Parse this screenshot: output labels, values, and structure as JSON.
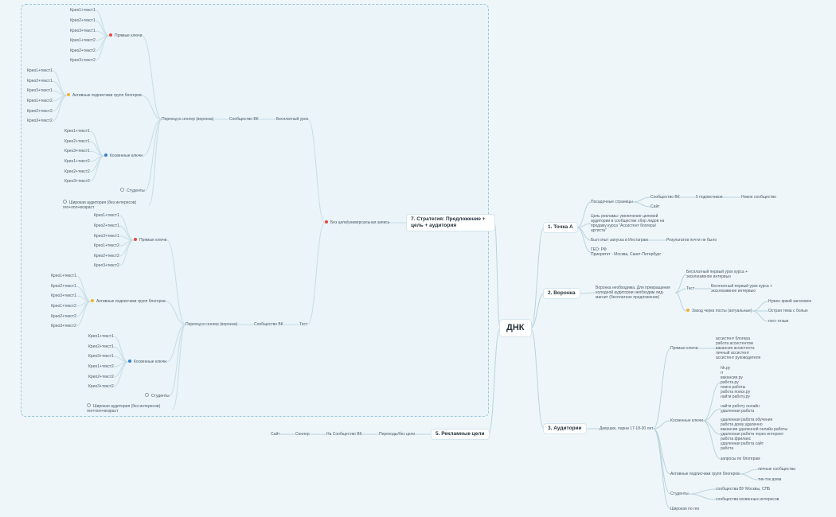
{
  "colors": {
    "background": "#eef6fa",
    "line": "#b9d3de",
    "frame": "#9ec7d8",
    "red": "#e8483b",
    "yellow": "#f2b12a",
    "blue": "#2f80c4"
  },
  "root": "ДНК",
  "main": {
    "strategy": "7. Стратегия: Предложение + цель + аудитория",
    "point_a": "1. Точка А",
    "funnel": "2. Воронка",
    "audiences": "3. Аудитории",
    "ad_goals": "5. Рекламные цели"
  },
  "strategy": {
    "without_goal": "Без цели/универсальная запись",
    "free_lesson": "Бесплатный урок",
    "test": "Тест",
    "vk_community": "Сообщество ВК",
    "to_senler": "Переход в сенлер (воронка)",
    "direct_keys": "Прямые ключи",
    "active_subs": "Активные подписчики групп блогеров",
    "indirect_keys": "Косвенные ключи",
    "students": "Студенты",
    "broad": "Широкая аудитория (без интересов) гео+пол+возраст",
    "k1t1": "Крео1+текст1",
    "k2t1": "Крео2+текст1",
    "k3t1": "Крео3+текст1",
    "k1t2": "Крео1+текст2",
    "k2t2": "Крео2+текст2",
    "k3t2": "Крео3+текст2"
  },
  "point_a": {
    "landing": "Посадочные страницы",
    "vk": "Сообщество ВК",
    "subs": "5 подписчиков",
    "new_community": "Новое сообщество",
    "site": "Сайт",
    "ad_goal": "Цель рекламы: увеличение целевой аудитории в сообществе сбор лидов на продажу курса \"Ассистент блогера/ артиста\"",
    "instagram": "Был опыт запуска в Инстаграм",
    "results": "Результатов почти не было",
    "geo": "ГЕО: РФ\nПриоритет - Москва, Санкт-Петербург"
  },
  "funnel": {
    "needed": "Воронка необходима. Для превращения холодной аудитории необходим лид-магнит (бесплатное предложение)",
    "free_first": "Бесплатный первый урок курса + эксклюзивное интервью",
    "test": "Тест",
    "free_second": "Бесплатный первый урок курса + эксклюзивное интервью",
    "entry": "Заход через посты (актуальные)",
    "bright_headline": "Нужен яркий заголовок",
    "pain": "Острая тема с болью",
    "review": "пост отзыв"
  },
  "audiences": {
    "target": "Девушки, парни 17-18-30 лет",
    "direct_keys": "Прямые ключи",
    "direct_list": "ассистент блогера\nработа ассистентом\nвакансия ассистента\nличный ассистент\nассистент руководителя",
    "indirect_keys": "Косвенные ключи",
    "indirect_list1": "hh.ру\nrr\nвакансия.ру\nработа.ру\nпоиск работы\nработа поиск.ру\nнайти работу.ру",
    "indirect_list2": "найти работу онлайн\nудаленная работа",
    "indirect_list3": "удаленная работа обучение\nработа дому удаленно\nвакансии удаленной онлайн работы\nудаленная работа через интернет\nработа фриланс\nудаленная работа сайт\nработа",
    "requests": "запросы по блогерам",
    "active_subs": "Активные подписчики групп блогеров",
    "personal": "личные сообщества",
    "tiktok": "тик-ток дома",
    "students": "Студенты",
    "vu_communities": "сообщества ВУ Москвы, СПБ",
    "indirect_communities": "сообщества косвенных интересов",
    "broad_geo": "Широкая по гео"
  },
  "ad_goals": {
    "transitions": "Переходы/без цели",
    "to_vk": "На Сообщество ВК",
    "senler": "Сенлер",
    "site": "Сайт"
  }
}
